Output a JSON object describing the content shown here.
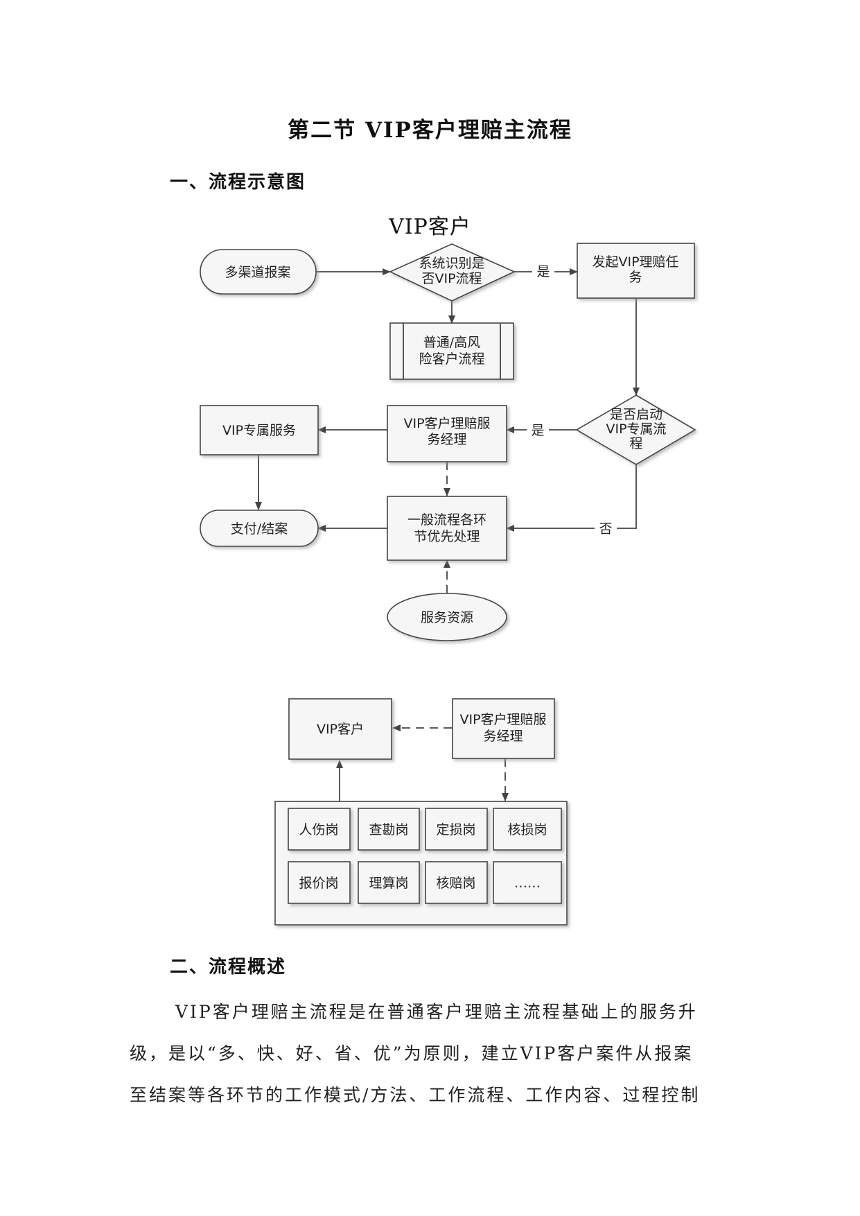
{
  "title": "第二节 VIP客户理赔主流程",
  "sections": {
    "s1_heading": "一、流程示意图",
    "s2_heading": "二、流程概述"
  },
  "diagram1": {
    "title": "VIP客户",
    "nodes": {
      "report": "多渠道报案",
      "identify_1": "系统识别是",
      "identify_2": "否VIP流程",
      "launch_1": "发起VIP理赔任",
      "launch_2": "务",
      "normal_1": "普通/高风",
      "normal_2": "险客户流程",
      "start_vip_1": "是否启动",
      "start_vip_2": "VIP专属流",
      "start_vip_3": "程",
      "manager_1": "VIP客户理赔服",
      "manager_2": "务经理",
      "exclusive": "VIP专属服务",
      "priority_1": "一般流程各环",
      "priority_2": "节优先处理",
      "pay": "支付/结案",
      "resource": "服务资源"
    },
    "edge_labels": {
      "yes_1": "是",
      "yes_2": "是",
      "no": "否"
    }
  },
  "diagram2": {
    "customer": "VIP客户",
    "manager_1": "VIP客户理赔服",
    "manager_2": "务经理",
    "posts": [
      "人伤岗",
      "查勘岗",
      "定损岗",
      "核损岗",
      "报价岗",
      "理算岗",
      "核赔岗",
      "……"
    ]
  },
  "overview": {
    "line1": "VIP客户理赔主流程是在普通客户理赔主流程基础上的服务升",
    "line2": "级，是以“多、快、好、省、优”为原则，建立VIP客户案件从报案",
    "line3": "至结案等各环节的工作模式/方法、工作流程、工作内容、过程控制"
  }
}
